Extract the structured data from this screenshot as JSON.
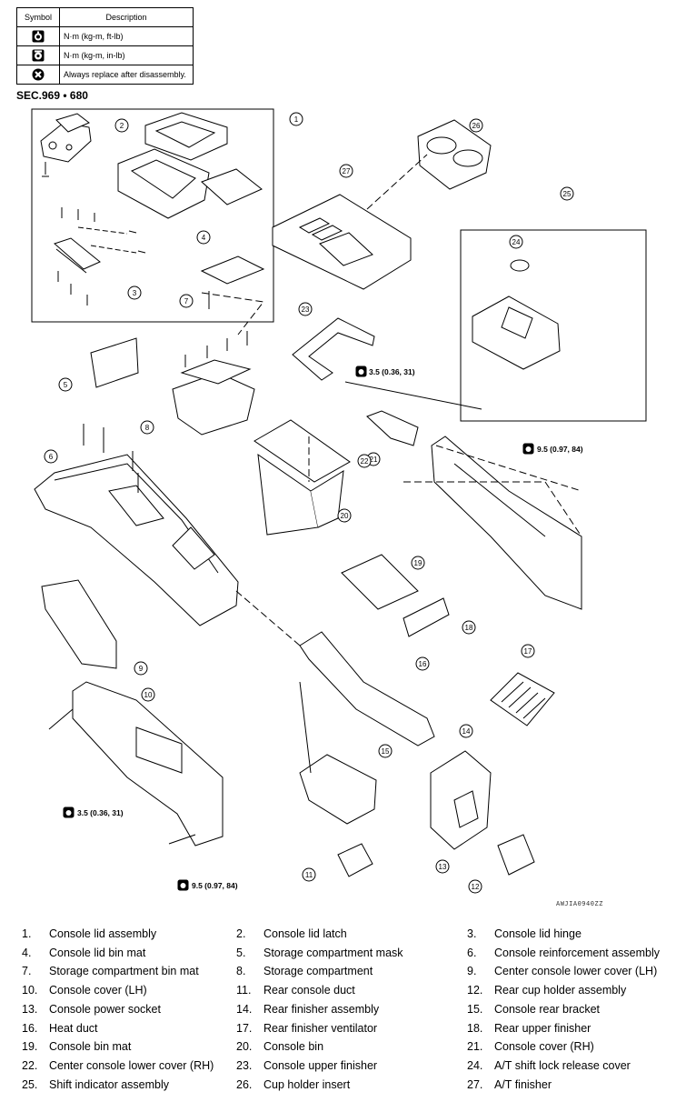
{
  "symbol_table": {
    "header_symbol": "Symbol",
    "header_description": "Description",
    "rows": [
      {
        "icon": "torque-nm-ftlb-icon",
        "description": "N·m (kg-m, ft-lb)"
      },
      {
        "icon": "torque-nm-inlb-icon",
        "description": "N·m (kg-m, in-lb)"
      },
      {
        "icon": "always-replace-icon",
        "description": "Always replace after disassembly."
      }
    ]
  },
  "section_label": "SEC.969 • 680",
  "torque_specs": {
    "t1": "3.5 (0.36, 31)",
    "t2": "9.5 (0.97, 84)",
    "t3": "3.5 (0.36, 31)",
    "t4": "9.5 (0.97, 84)"
  },
  "diagram_code": "AWJIA0940ZZ",
  "callouts": [
    "1",
    "2",
    "3",
    "4",
    "5",
    "6",
    "7",
    "8",
    "9",
    "10",
    "11",
    "12",
    "13",
    "14",
    "15",
    "16",
    "17",
    "18",
    "19",
    "20",
    "21",
    "22",
    "23",
    "24",
    "25",
    "26",
    "27"
  ],
  "legend": [
    {
      "num": "1.",
      "name": "Console lid assembly"
    },
    {
      "num": "2.",
      "name": "Console lid latch"
    },
    {
      "num": "3.",
      "name": "Console lid hinge"
    },
    {
      "num": "4.",
      "name": "Console lid bin mat"
    },
    {
      "num": "5.",
      "name": "Storage compartment mask"
    },
    {
      "num": "6.",
      "name": "Console reinforcement assembly"
    },
    {
      "num": "7.",
      "name": "Storage compartment bin mat"
    },
    {
      "num": "8.",
      "name": "Storage compartment"
    },
    {
      "num": "9.",
      "name": "Center console lower cover (LH)"
    },
    {
      "num": "10.",
      "name": "Console cover (LH)"
    },
    {
      "num": "11.",
      "name": "Rear console duct"
    },
    {
      "num": "12.",
      "name": "Rear cup holder assembly"
    },
    {
      "num": "13.",
      "name": "Console power socket"
    },
    {
      "num": "14.",
      "name": "Rear finisher assembly"
    },
    {
      "num": "15.",
      "name": "Console rear bracket"
    },
    {
      "num": "16.",
      "name": "Heat duct"
    },
    {
      "num": "17.",
      "name": "Rear finisher ventilator"
    },
    {
      "num": "18.",
      "name": "Rear upper finisher"
    },
    {
      "num": "19.",
      "name": "Console bin mat"
    },
    {
      "num": "20.",
      "name": "Console bin"
    },
    {
      "num": "21.",
      "name": "Console cover (RH)"
    },
    {
      "num": "22.",
      "name": "Center console lower cover (RH)"
    },
    {
      "num": "23.",
      "name": "Console upper finisher"
    },
    {
      "num": "24.",
      "name": "A/T shift lock release cover"
    },
    {
      "num": "25.",
      "name": "Shift indicator assembly"
    },
    {
      "num": "26.",
      "name": "Cup holder insert"
    },
    {
      "num": "27.",
      "name": "A/T finisher"
    }
  ]
}
